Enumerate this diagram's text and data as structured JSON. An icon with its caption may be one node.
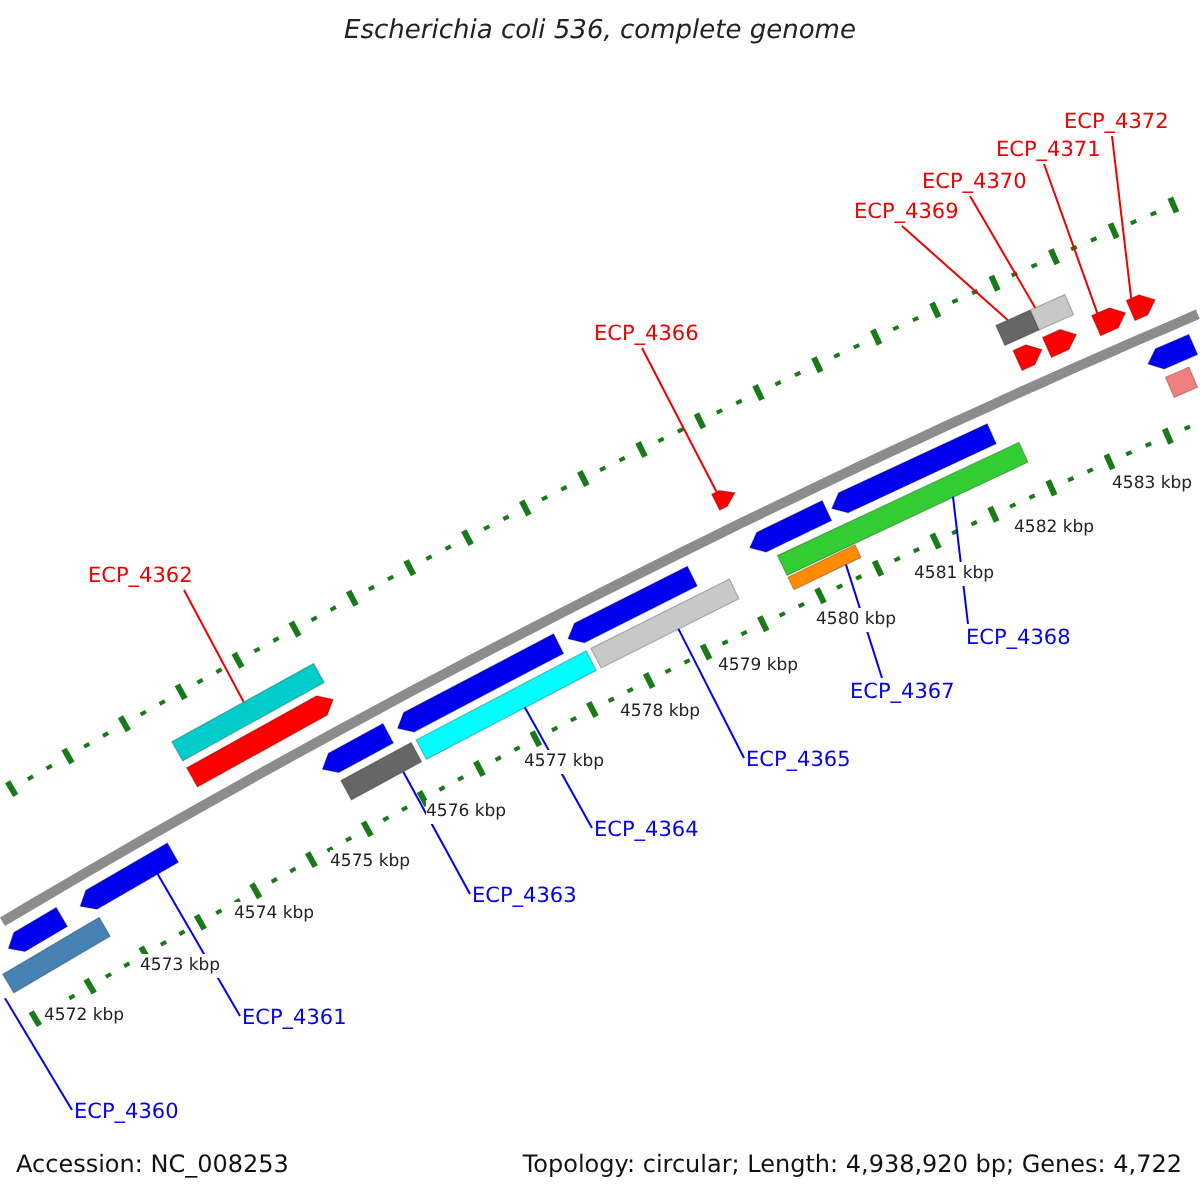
{
  "diagram": {
    "title": "Escherichia coli 536, complete genome",
    "nodes": [
      {
        "text": [
          "ECP_4372"
        ]
      },
      {
        "text": [
          "ECP_4371"
        ]
      },
      {
        "text": [
          "ECP_4370"
        ]
      },
      {
        "text": [
          "ECP_4369"
        ]
      },
      {
        "text": [
          "ECP_4366"
        ]
      },
      {
        "text": [
          "ECP_4362"
        ]
      },
      {
        "text": [
          "ECP_4368"
        ]
      },
      {
        "text": [
          "ECP_4367"
        ]
      },
      {
        "text": [
          "ECP_4365"
        ]
      },
      {
        "text": [
          "ECP_4364"
        ]
      },
      {
        "text": [
          "ECP_4363"
        ]
      },
      {
        "text": [
          "ECP_4361"
        ]
      },
      {
        "text": [
          "ECP_4360"
        ]
      },
      {
        "text": [],
        "shape": "pentagon"
      },
      {
        "text": [],
        "shape": "bar"
      },
      {
        "text": [],
        "shape": "pentagon"
      },
      {
        "text": [],
        "shape": "pentagon"
      },
      {
        "text": [],
        "shape": "bar"
      },
      {
        "text": [],
        "shape": "pentagon"
      },
      {
        "text": [],
        "shape": "bar"
      },
      {
        "text": [],
        "shape": "pentagon"
      },
      {
        "text": [],
        "shape": "bar"
      },
      {
        "text": [],
        "shape": "pentagon"
      },
      {
        "text": [],
        "shape": "bar"
      },
      {
        "text": [],
        "shape": "pentagon"
      },
      {
        "text": [],
        "shape": "pentagon"
      },
      {
        "text": [],
        "shape": "bar"
      },
      {
        "text": [],
        "shape": "bar"
      },
      {
        "text": [],
        "shape": "pentagon"
      },
      {
        "text": [],
        "shape": "bar"
      },
      {
        "text": [],
        "shape": "pentagon"
      },
      {
        "text": [],
        "shape": "bar"
      },
      {
        "text": [],
        "shape": "pentagon"
      },
      {
        "text": [],
        "shape": "pentagon"
      },
      {
        "text": [],
        "shape": "pentagon"
      },
      {
        "text": [],
        "shape": "pentagon"
      },
      {
        "text": [],
        "shape": "bar"
      }
    ],
    "edges": [
      {
        "from": 0,
        "to": 35,
        "arrow": "none",
        "color": "#ee0000"
      },
      {
        "from": 1,
        "to": 33,
        "arrow": "none",
        "color": "#ee0000"
      },
      {
        "from": 2,
        "to": 31,
        "arrow": "none",
        "color": "#ee0000"
      },
      {
        "from": 3,
        "to": 29,
        "arrow": "none",
        "color": "#ee0000"
      },
      {
        "from": 4,
        "to": 24,
        "arrow": "none",
        "color": "#ee0000"
      },
      {
        "from": 5,
        "to": 17,
        "arrow": "none",
        "color": "#ee0000"
      },
      {
        "from": 6,
        "to": 26,
        "arrow": "none"
      },
      {
        "from": 7,
        "to": 27,
        "arrow": "none"
      },
      {
        "from": 8,
        "to": 23,
        "arrow": "none"
      },
      {
        "from": 9,
        "to": 21,
        "arrow": "none"
      },
      {
        "from": 10,
        "to": 19,
        "arrow": "none"
      },
      {
        "from": 11,
        "to": 15,
        "arrow": "none"
      },
      {
        "from": 12,
        "to": 14,
        "arrow": "none"
      }
    ],
    "labels": [
      "4572 kbp",
      "4573 kbp",
      "4574 kbp",
      "4575 kbp",
      "4576 kbp",
      "4577 kbp",
      "4578 kbp",
      "4579 kbp",
      "4580 kbp",
      "4581 kbp",
      "4582 kbp",
      "4583 kbp",
      "Accession: NC_008253",
      "Topology: circular; Length: 4,938,920 bp; Genes: 4,722"
    ]
  }
}
